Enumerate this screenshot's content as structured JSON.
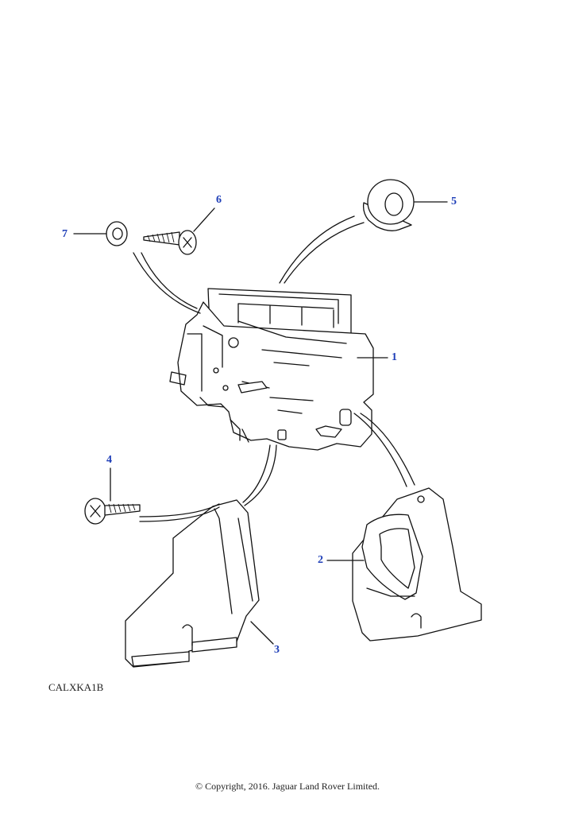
{
  "callouts": [
    {
      "id": "1",
      "label": "1"
    },
    {
      "id": "2",
      "label": "2"
    },
    {
      "id": "3",
      "label": "3"
    },
    {
      "id": "4",
      "label": "4"
    },
    {
      "id": "5",
      "label": "5"
    },
    {
      "id": "6",
      "label": "6"
    },
    {
      "id": "7",
      "label": "7"
    }
  ],
  "drawing_code": "CALXKA1B",
  "copyright": "© Copyright, 2016. Jaguar Land Rover Limited.",
  "colors": {
    "callout": "#1f3fb8",
    "line": "#111111",
    "background": "#ffffff"
  }
}
